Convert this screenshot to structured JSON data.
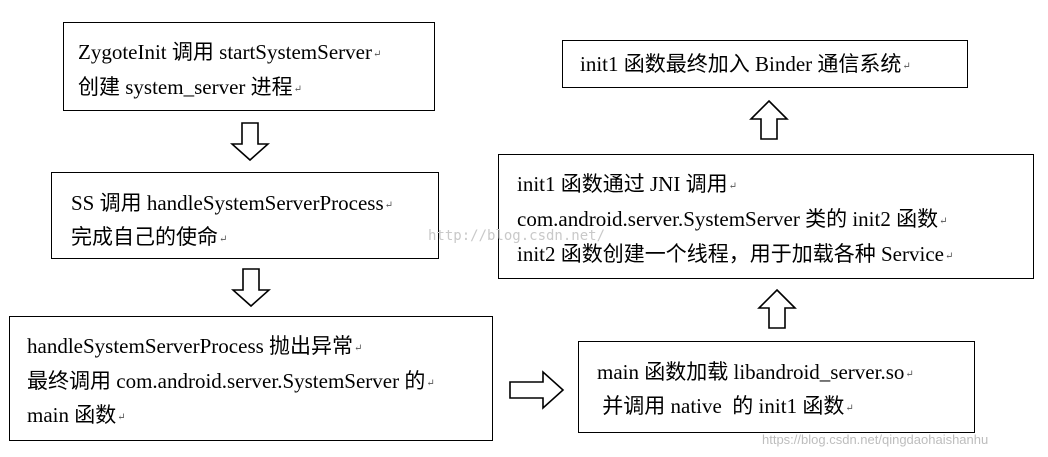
{
  "boxes": {
    "zygote": {
      "lines": [
        "ZygoteInit 调用 startSystemServer",
        "创建 system_server 进程"
      ]
    },
    "ss": {
      "lines": [
        "SS 调用 handleSystemServerProcess",
        "完成自己的使命"
      ]
    },
    "handle": {
      "lines": [
        "handleSystemServerProcess 抛出异常",
        "最终调用 com.android.server.SystemServer 的",
        "main 函数"
      ]
    },
    "main": {
      "lines": [
        "main 函数加载 libandroid_server.so",
        " 并调用 native  的 init1 函数"
      ]
    },
    "init1_jni": {
      "lines": [
        "init1 函数通过 JNI 调用",
        "com.android.server.SystemServer 类的 init2 函数",
        "init2 函数创建一个线程，用于加载各种 Service"
      ]
    },
    "binder": {
      "lines": [
        "init1 函数最终加入 Binder 通信系统"
      ]
    }
  },
  "paragraph_mark": "↵",
  "watermarks": {
    "center": "http://blog.csdn.net/",
    "corner": "https://blog.csdn.net/qingdaohaishanhu"
  },
  "arrows": {
    "zygote_to_ss": "down",
    "ss_to_handle": "down",
    "handle_to_main": "right",
    "main_to_init1_jni": "up",
    "init1_jni_to_binder": "up"
  }
}
